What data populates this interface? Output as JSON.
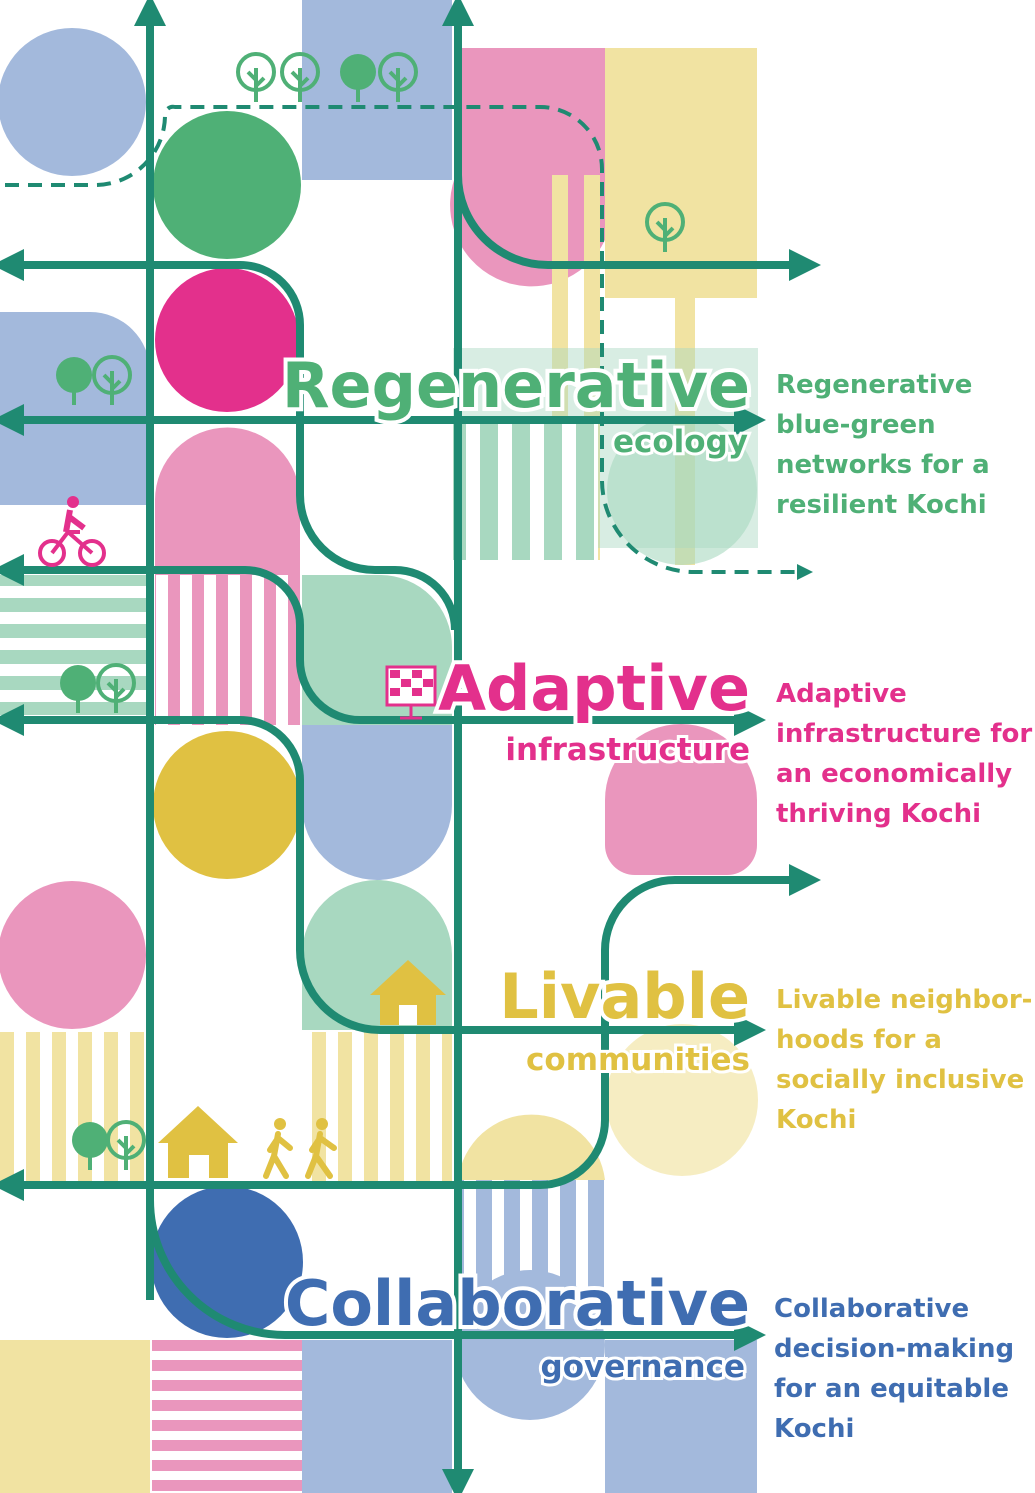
{
  "palette": {
    "teal": "#1f8a72",
    "green": "#4fb076",
    "magenta": "#e3308c",
    "pink": "#ea96bd",
    "blue": "#a3b9dc",
    "dark_blue": "#3f6db1",
    "yellow": "#e0c142",
    "pale_yellow": "#f1e3a2",
    "mint": "#a8d8c0"
  },
  "themes": [
    {
      "id": "regenerative",
      "title": "Regenerative",
      "subtitle": "ecology",
      "color": "#4fb076",
      "icon": "solar-panel-icon",
      "description": [
        "Regenerative",
        "blue-green",
        "networks for a",
        "resilient Kochi"
      ]
    },
    {
      "id": "adaptive",
      "title": "Adaptive",
      "subtitle": "infrastructure",
      "color": "#e3308c",
      "icon": "solar-panel-icon",
      "description": [
        "Adaptive",
        "infrastructure for",
        "an economically",
        "thriving Kochi"
      ]
    },
    {
      "id": "livable",
      "title": "Livable",
      "subtitle": "communities",
      "color": "#e0c142",
      "icon": "house-icon",
      "description": [
        "Livable neighbor-",
        "hoods for a",
        "socially inclusive",
        "Kochi"
      ]
    },
    {
      "id": "collaborative",
      "title": "Collaborative",
      "subtitle": "governance",
      "color": "#3f6db1",
      "icon": "",
      "description": [
        "Collaborative",
        "decision-making",
        "for an equitable",
        "Kochi"
      ]
    }
  ],
  "icons": [
    "tree-icon",
    "cyclist-icon",
    "solar-panel-icon",
    "house-icon",
    "pedestrians-icon"
  ]
}
